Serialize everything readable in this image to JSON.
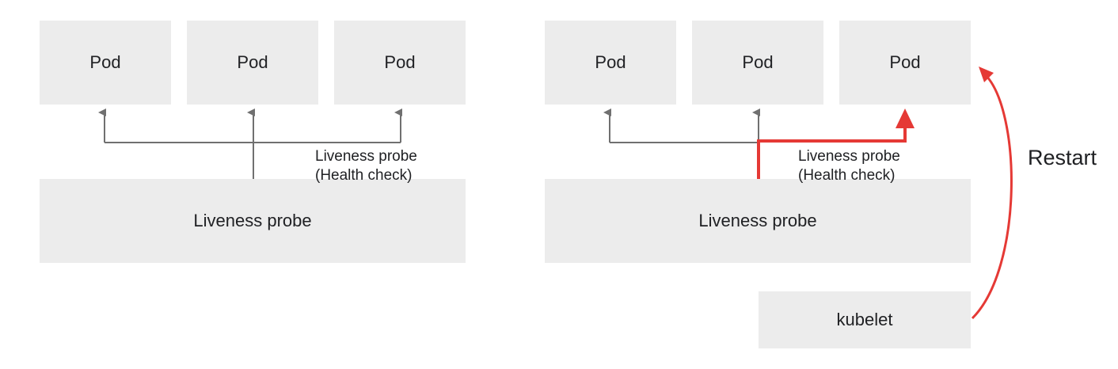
{
  "left_panel": {
    "pods": [
      "Pod",
      "Pod",
      "Pod"
    ],
    "probe_box": "Liveness probe",
    "probe_label_line1": "Liveness probe",
    "probe_label_line2": "(Health check)"
  },
  "right_panel": {
    "pods": [
      "Pod",
      "Pod",
      "Pod"
    ],
    "probe_box": "Liveness probe",
    "probe_label_line1": "Liveness probe",
    "probe_label_line2": "(Health check)",
    "kubelet": "kubelet",
    "restart_label": "Restart"
  },
  "colors": {
    "box": "#ececec",
    "connector": "#707070",
    "highlight": "#e53935"
  }
}
